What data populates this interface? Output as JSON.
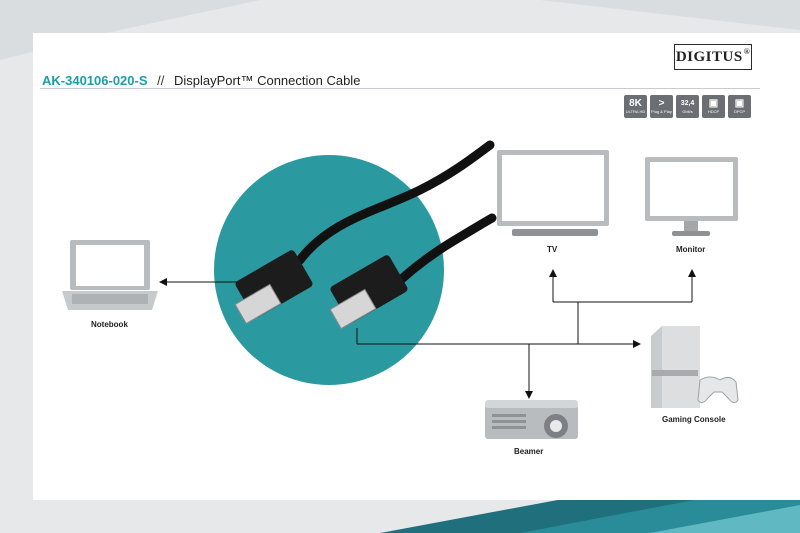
{
  "header": {
    "sku": "AK-340106-020-S",
    "separator": "//",
    "title": "DisplayPort™ Connection Cable"
  },
  "brand": {
    "logo_text": "DIGITUS",
    "registered_mark": "®"
  },
  "badges": [
    {
      "big": "8K",
      "small": "ULTRA HD"
    },
    {
      "big": ">",
      "small": "Plug & Play"
    },
    {
      "big": "32,4",
      "small": "Gbit/s"
    },
    {
      "big": "▣",
      "small": "HDCP"
    },
    {
      "big": "▣",
      "small": "DPCP"
    }
  ],
  "devices": {
    "notebook": "Notebook",
    "tv": "TV",
    "monitor": "Monitor",
    "gaming_console": "Gaming Console",
    "beamer": "Beamer"
  },
  "colors": {
    "accent": "#1a9fa8",
    "circle": "#2a9aa0",
    "background_teal": "#1f6f7c",
    "device_gray": "#b9bcbf",
    "screen": "#ffffff"
  }
}
